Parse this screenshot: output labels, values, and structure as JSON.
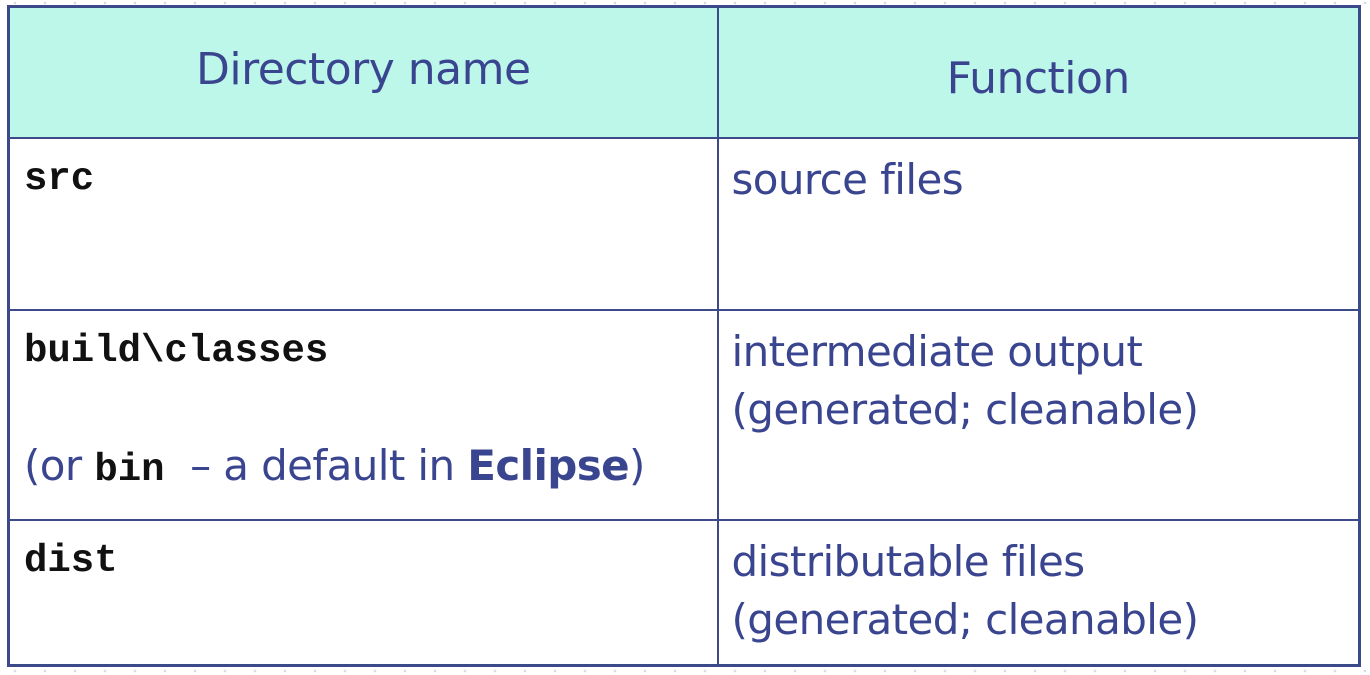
{
  "table": {
    "header": {
      "col1": "Directory name",
      "col2": "Function"
    },
    "rows": [
      {
        "dir": "src",
        "function": [
          "source files"
        ]
      },
      {
        "dir": "build\\classes",
        "note": {
          "open": "(or",
          "code": "bin",
          "mid": "– a default in",
          "bold": "Eclipse",
          "close": ")"
        },
        "function": [
          "intermediate output",
          "(generated; cleanable)"
        ]
      },
      {
        "dir": "dist",
        "function": [
          "distributable files",
          "(generated; cleanable)"
        ]
      }
    ]
  },
  "colors": {
    "header_bg": "#bdf7ea",
    "border": "#3c4a8a",
    "text": "#3a4590",
    "code_text": "#111111"
  }
}
